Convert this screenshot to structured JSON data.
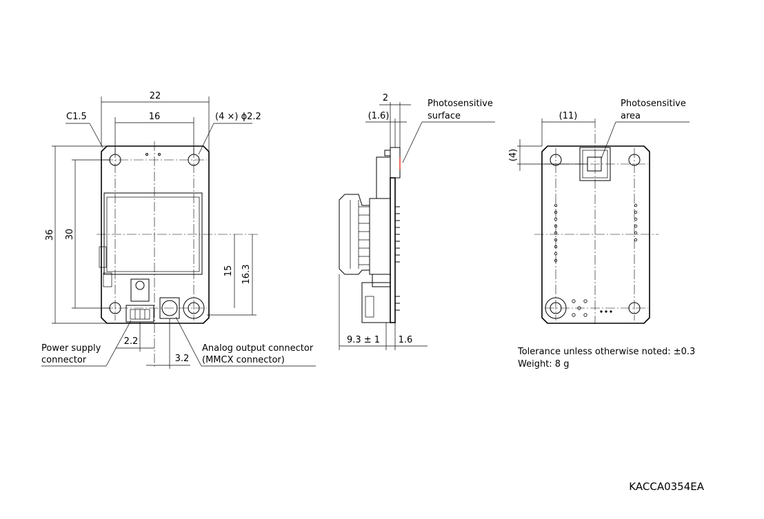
{
  "front_view": {
    "dim_width_overall": "22",
    "dim_hole_pitch_h": "16",
    "chamfer": "C1.5",
    "holes": "(4 ×) ϕ2.2",
    "dim_height_overall": "36",
    "dim_hole_pitch_v": "30",
    "dim_connector_height": "15",
    "dim_connector_height2": "16.3",
    "dim_power_offset": "2.2",
    "dim_analog_offset": "3.2",
    "power_label_line1": "Power supply",
    "power_label_line2": "connector",
    "analog_label_line1": "Analog output connector",
    "analog_label_line2": "(MMCX connector)"
  },
  "side_view": {
    "dim_top": "2",
    "dim_top_paren": "(1.6)",
    "surface_label_line1": "Photosensitive",
    "surface_label_line2": "surface",
    "dim_depth": "9.3 ± 1",
    "dim_board": "1.6"
  },
  "back_view": {
    "dim_area_offset_h": "(11)",
    "dim_area_offset_v": "(4)",
    "area_label_line1": "Photosensitive",
    "area_label_line2": "area"
  },
  "notes": {
    "tolerance": "Tolerance unless otherwise noted: ±0.3",
    "weight": "Weight: 8 g"
  },
  "drawing_code": "KACCA0354EA"
}
